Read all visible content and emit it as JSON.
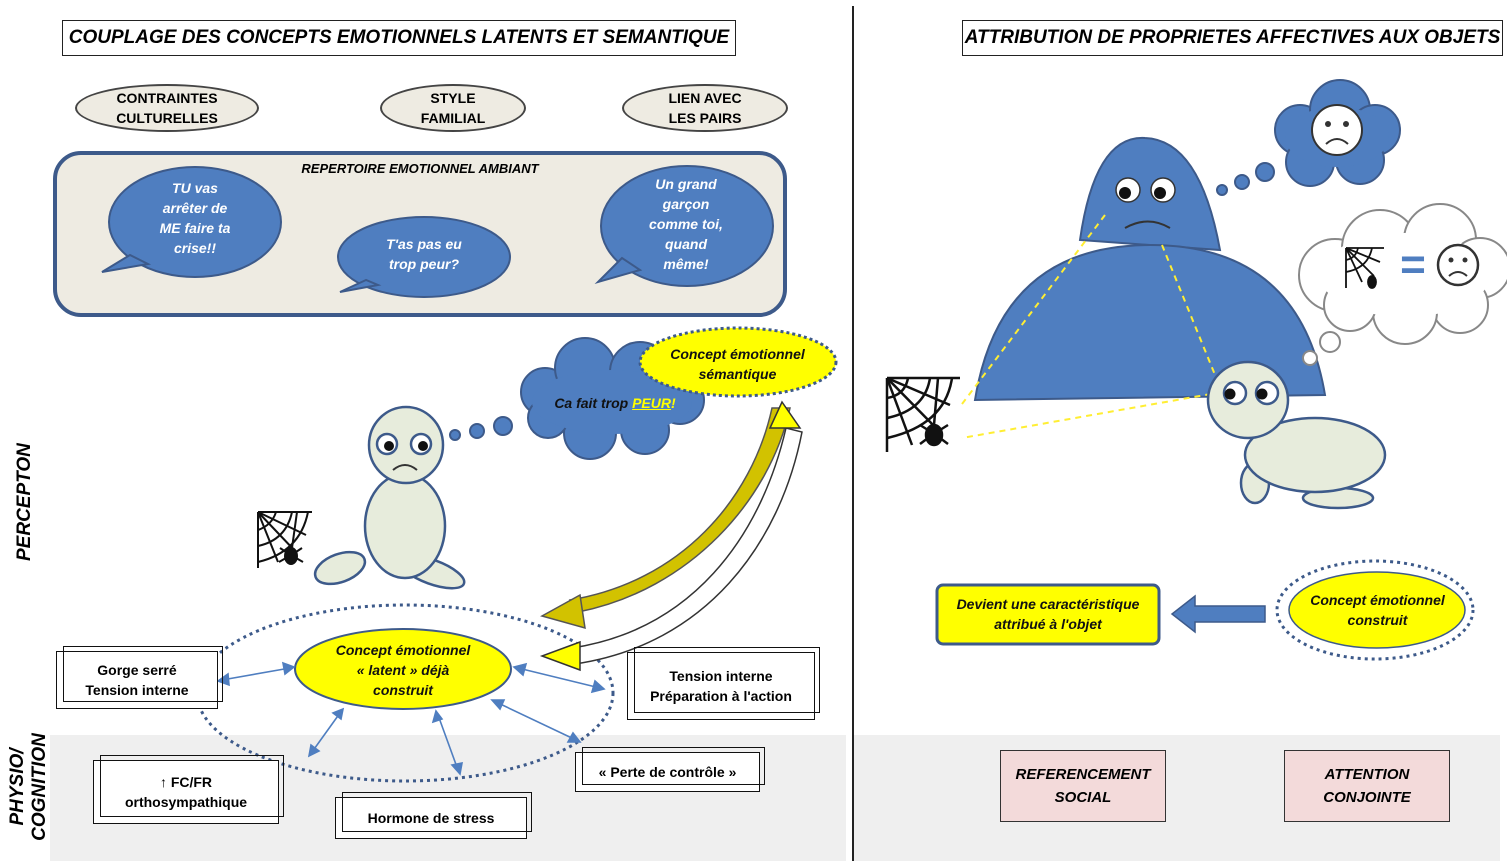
{
  "left": {
    "title": "COUPLAGE DES CONCEPTS EMOTIONNELS LATENTS ET SEMANTIQUE",
    "ovals": [
      {
        "line1": "CONTRAINTES",
        "line2": "CULTURELLES"
      },
      {
        "line1": "STYLE",
        "line2": "FAMILIAL"
      },
      {
        "line1": "LIEN AVEC",
        "line2": "LES PAIRS"
      }
    ],
    "repertoire_title": "REPERTOIRE EMOTIONNEL AMBIANT",
    "bubbles": [
      {
        "lines": [
          "TU vas",
          "arrêter de",
          "ME faire ta",
          "crise!!"
        ]
      },
      {
        "lines": [
          "T'as pas eu",
          "trop peur?"
        ]
      },
      {
        "lines": [
          "Un grand",
          "garçon",
          "comme toi,",
          "quand",
          "même!"
        ]
      }
    ],
    "thought_text": "Ca fait trop ",
    "thought_emph": "PEUR",
    "thought_end": "!",
    "semantic_concept": {
      "line1": "Concept émotionnel",
      "line2": "sémantique"
    },
    "latent_concept": {
      "line1": "Concept émotionnel",
      "line2": "« latent » déjà",
      "line3": "construit"
    },
    "boxes": {
      "gorge": {
        "line1": "Gorge serré",
        "line2": "Tension interne"
      },
      "tension": {
        "line1": "Tension interne",
        "line2": "Préparation à l'action"
      },
      "fc": {
        "line1": "↑ FC/FR",
        "line2": "orthosympathique"
      },
      "hormone": "Hormone de stress",
      "perte": "« Perte de contrôle »"
    },
    "side_labels": {
      "perception": "PERCEPTON",
      "physio_line1": "PHYSIO/",
      "physio_line2": "COGNITION"
    }
  },
  "right": {
    "title": "ATTRIBUTION DE PROPRIETES AFFECTIVES AUX OBJETS",
    "concept": {
      "line1": "Concept émotionnel",
      "line2": "construit"
    },
    "result": {
      "line1": "Devient une caractéristique",
      "line2": "attribué à l'objet"
    },
    "equals": "=",
    "pink_boxes": [
      {
        "line1": "REFERENCEMENT",
        "line2": "SOCIAL"
      },
      {
        "line1": "ATTENTION",
        "line2": "CONJOINTE"
      }
    ]
  },
  "colors": {
    "blue": "#4f7ec0",
    "blue_dark": "#3d5a8a",
    "yellow": "#ffff00",
    "pale": "#eeebe2",
    "pink": "#f3dada",
    "gray_band": "#efefef"
  }
}
